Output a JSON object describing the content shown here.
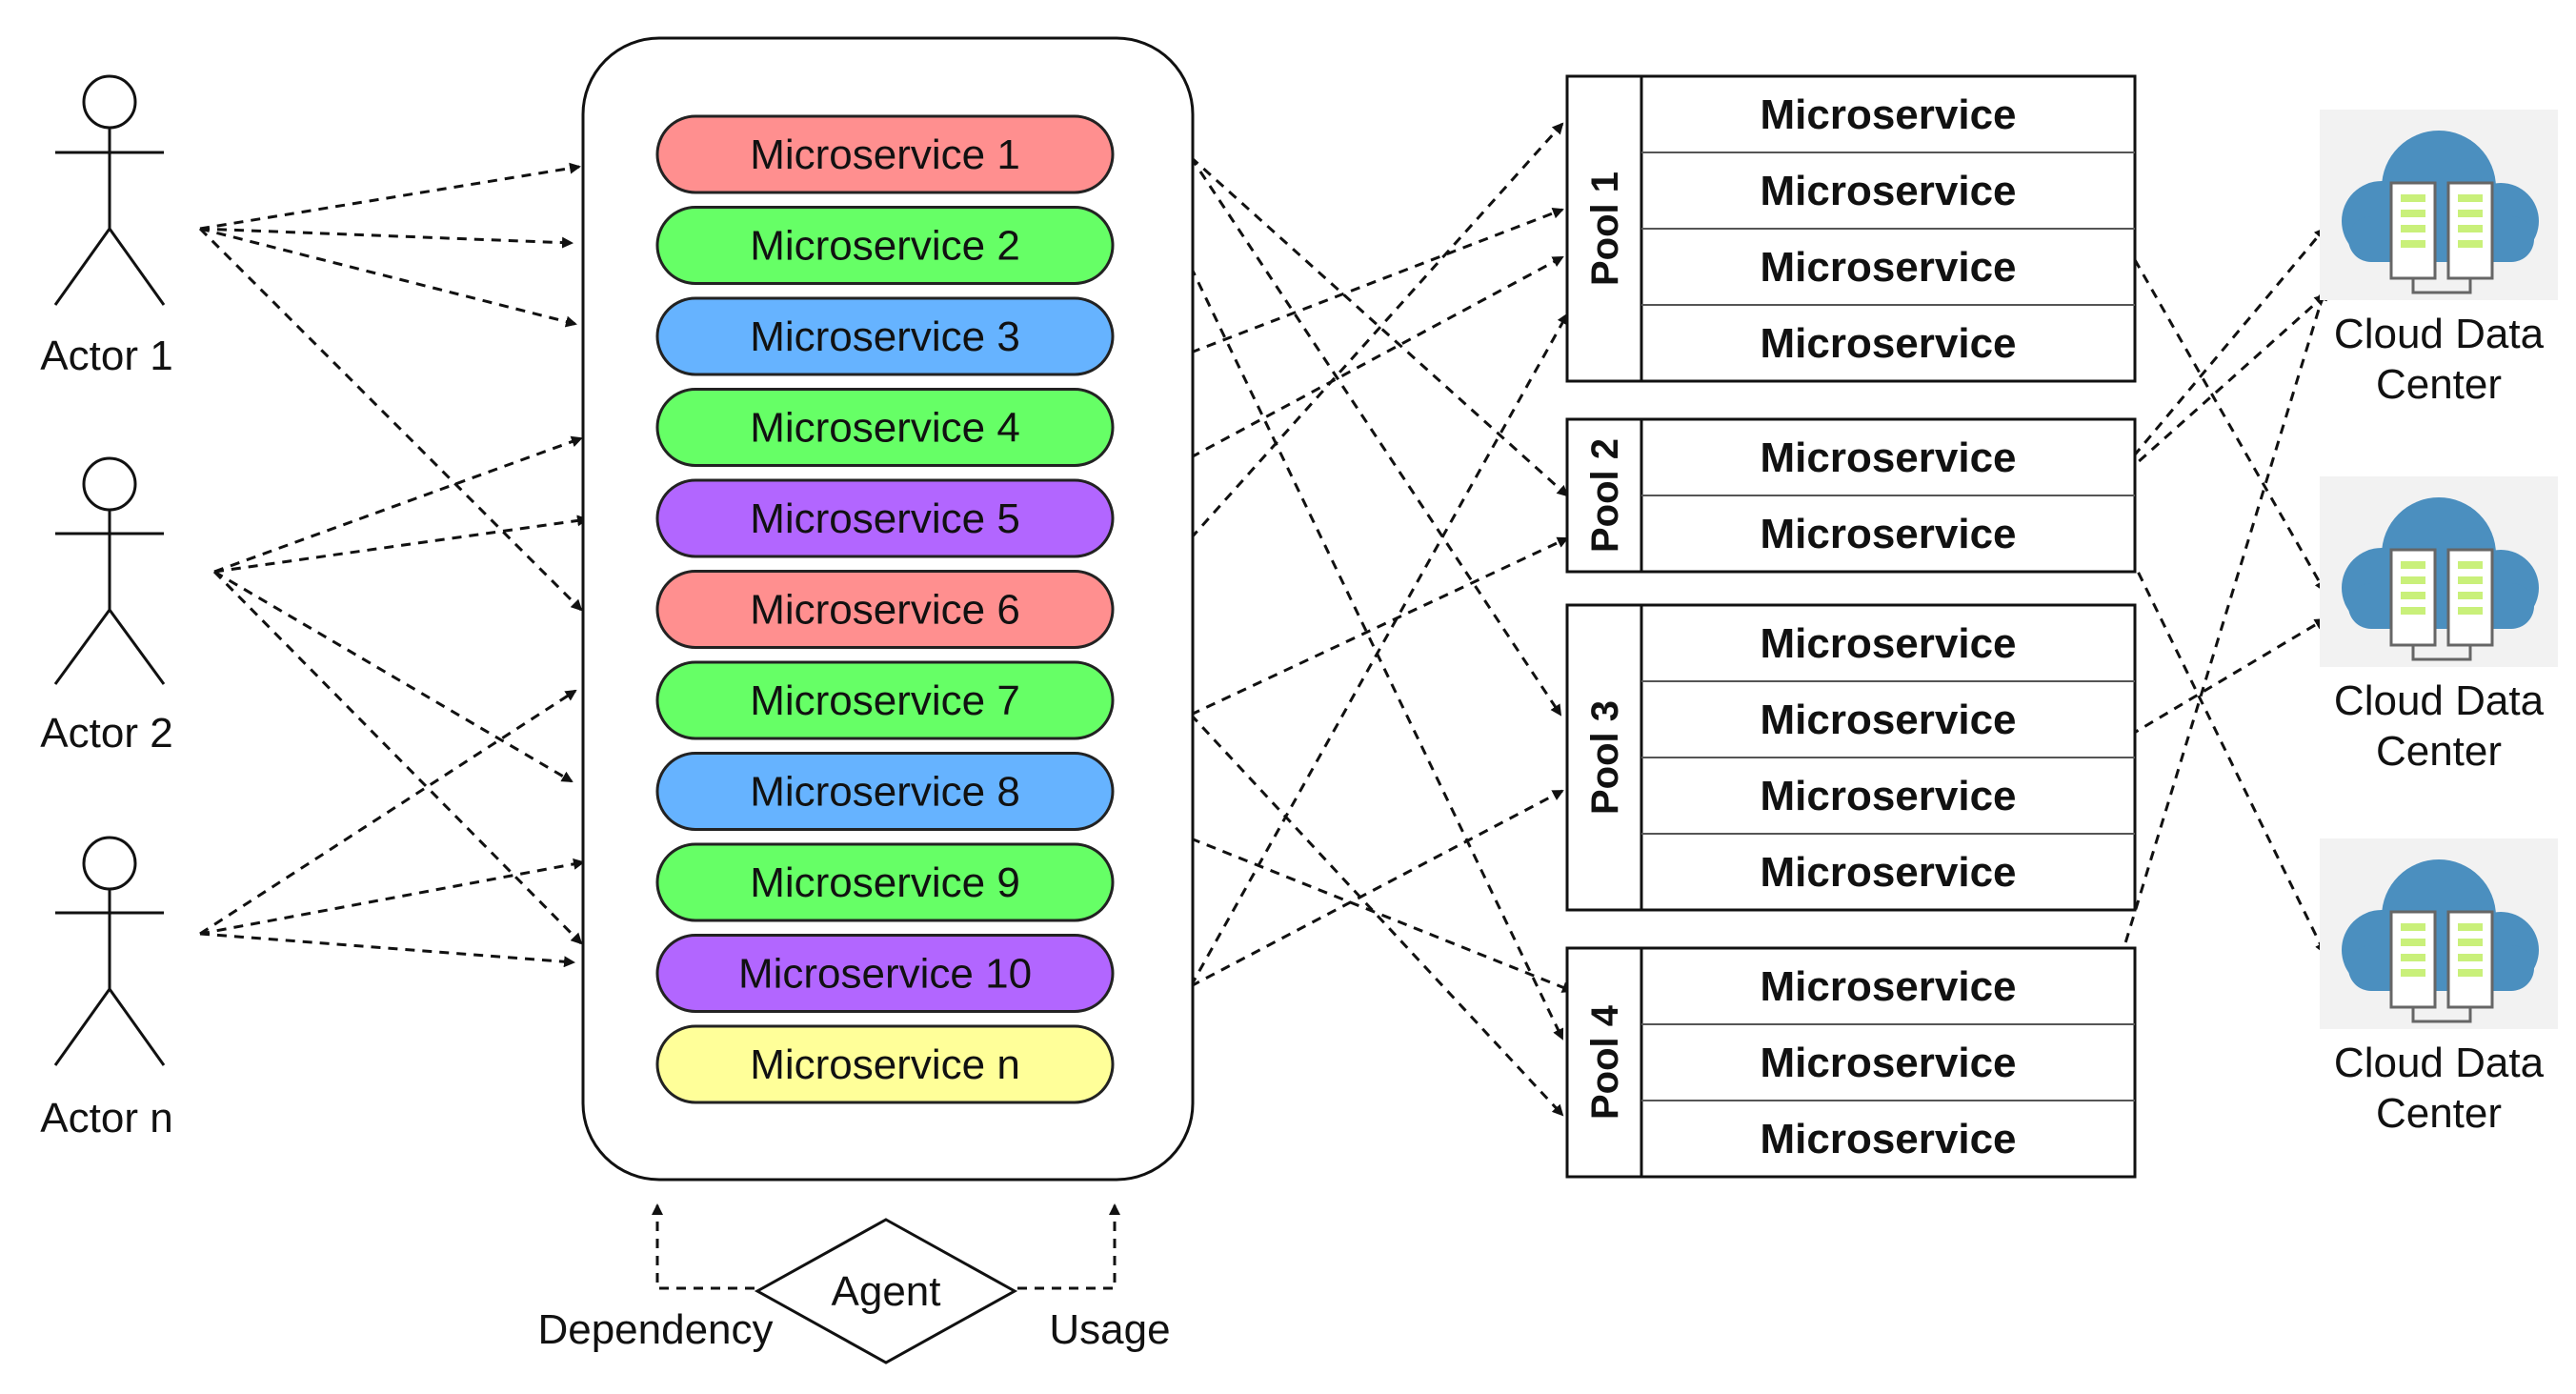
{
  "actors": [
    {
      "label": "Actor 1"
    },
    {
      "label": "Actor 2"
    },
    {
      "label": "Actor n"
    }
  ],
  "microservices": [
    {
      "label": "Microservice 1",
      "color": "#ff8f8f"
    },
    {
      "label": "Microservice 2",
      "color": "#66ff66"
    },
    {
      "label": "Microservice 3",
      "color": "#66b3ff"
    },
    {
      "label": "Microservice 4",
      "color": "#66ff66"
    },
    {
      "label": "Microservice 5",
      "color": "#b266ff"
    },
    {
      "label": "Microservice 6",
      "color": "#ff8f8f"
    },
    {
      "label": "Microservice 7",
      "color": "#66ff66"
    },
    {
      "label": "Microservice 8",
      "color": "#66b3ff"
    },
    {
      "label": "Microservice 9",
      "color": "#66ff66"
    },
    {
      "label": "Microservice 10",
      "color": "#b266ff"
    },
    {
      "label": "Microservice n",
      "color": "#ffff99"
    }
  ],
  "pools": [
    {
      "title": "Pool 1",
      "cells": [
        "Microservice",
        "Microservice",
        "Microservice",
        "Microservice"
      ]
    },
    {
      "title": "Pool 2",
      "cells": [
        "Microservice",
        "Microservice"
      ]
    },
    {
      "title": "Pool 3",
      "cells": [
        "Microservice",
        "Microservice",
        "Microservice",
        "Microservice"
      ]
    },
    {
      "title": "Pool 4",
      "cells": [
        "Microservice",
        "Microservice",
        "Microservice"
      ]
    }
  ],
  "clouds": [
    {
      "label_line1": "Cloud Data",
      "label_line2": "Center"
    },
    {
      "label_line1": "Cloud Data",
      "label_line2": "Center"
    },
    {
      "label_line1": "Cloud Data",
      "label_line2": "Center"
    }
  ],
  "agent": {
    "label": "Agent"
  },
  "dependency": {
    "label": "Dependency"
  },
  "usage": {
    "label": "Usage"
  },
  "colors": {
    "cloud": "#4b8fbf",
    "server": "#ffffff",
    "server_light": "#c9f07a",
    "cloud_bg": "#f2f2f2"
  }
}
